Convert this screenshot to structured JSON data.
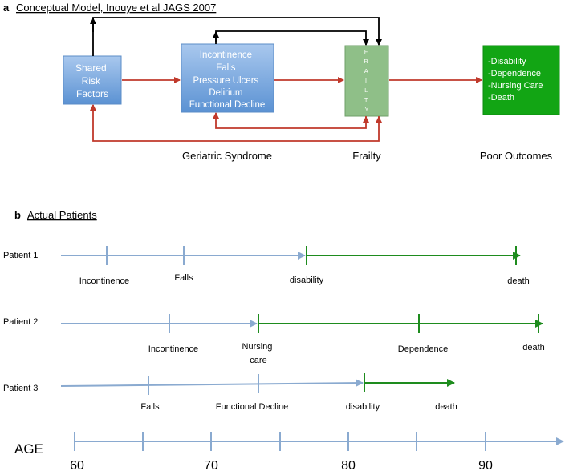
{
  "panel_a": {
    "letter": "a",
    "title": "Conceptual Model, Inouye et al JAGS 2007",
    "shared_risk_lines": [
      "Shared",
      "Risk",
      "Factors"
    ],
    "syndrome_lines": [
      "Incontinence",
      "Falls",
      "Pressure Ulcers",
      "Delirium",
      "Functional Decline"
    ],
    "frailty_letters": [
      "F",
      "R",
      "A",
      "I",
      "L",
      "T",
      "Y"
    ],
    "outcome_lines": [
      "-Disability",
      "-Dependence",
      "-Nursing Care",
      "-Death"
    ],
    "label_syndrome": "Geriatric Syndrome",
    "label_frailty": "Frailty",
    "label_outcomes": "Poor Outcomes"
  },
  "panel_b": {
    "letter": "b",
    "title": "Actual Patients",
    "patients": [
      {
        "name": "Patient 1",
        "ticks": [
          "Incontinence",
          "Falls",
          "disability",
          "death"
        ]
      },
      {
        "name": "Patient 2",
        "ticks": [
          "Incontinence",
          "Nursing",
          "care",
          "Dependence",
          "death"
        ]
      },
      {
        "name": "Patient 3",
        "ticks": [
          "Falls",
          "Functional Decline",
          "disability",
          "death"
        ]
      }
    ],
    "age_label": "AGE",
    "age_ticks": [
      "60",
      "70",
      "80",
      "90"
    ]
  },
  "colors": {
    "box_blue": "#6a9fd8",
    "box_green_frailty": "#8fbf88",
    "box_green_outcome": "#12a514",
    "arrow_red": "#c0392b",
    "timeline_blue": "#8aaad0",
    "timeline_green": "#1e8c1e",
    "black": "#000000"
  }
}
